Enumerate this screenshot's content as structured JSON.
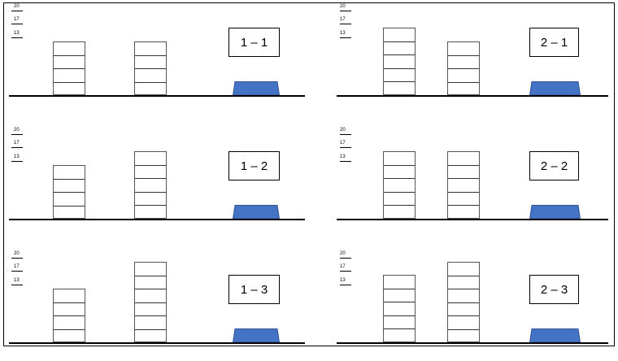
{
  "diagram": {
    "fill_color": "#4472c4",
    "stroke_color": "#2f5597",
    "panels": [
      {
        "label": "1 – 1",
        "ticks": [
          "20",
          "17",
          "13"
        ],
        "stacks": [
          4,
          4
        ]
      },
      {
        "label": "2 – 1",
        "ticks": [
          "20",
          "17",
          "13"
        ],
        "stacks": [
          5,
          4
        ]
      },
      {
        "label": "1 – 2",
        "ticks": [
          "20",
          "17",
          "13"
        ],
        "stacks": [
          4,
          5
        ]
      },
      {
        "label": "2 – 2",
        "ticks": [
          "20",
          "17",
          "13"
        ],
        "stacks": [
          5,
          5
        ]
      },
      {
        "label": "1 – 3",
        "ticks": [
          "20",
          "17",
          "13"
        ],
        "stacks": [
          4,
          6
        ]
      },
      {
        "label": "2 – 3",
        "ticks": [
          "20",
          "17",
          "13"
        ],
        "stacks": [
          5,
          6
        ]
      }
    ]
  }
}
